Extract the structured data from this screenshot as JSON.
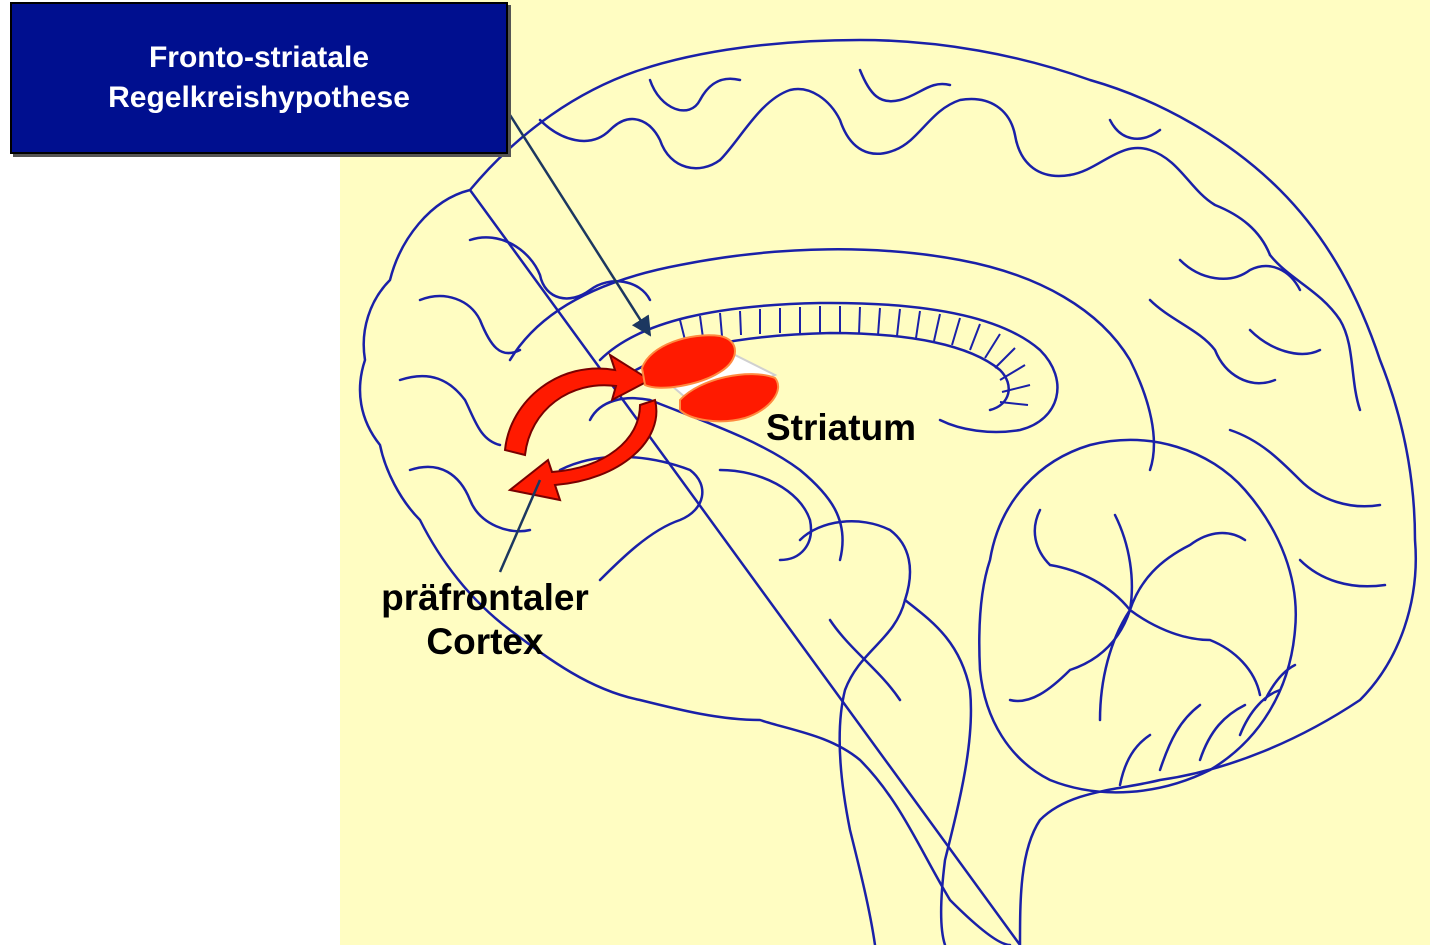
{
  "title": {
    "line1": "Fronto-striatale",
    "line2": "Regelkreishypothese"
  },
  "labels": {
    "striatum": "Striatum",
    "pfc_line1": "präfrontaler",
    "pfc_line2": "Cortex"
  },
  "colors": {
    "panel_background": "#fffdc2",
    "brain_outline": "#1a20a8",
    "highlight_red": "#ff1a00",
    "title_box": "#000f8f",
    "title_text": "#ffffff",
    "pointer_line": "#1c3760"
  }
}
